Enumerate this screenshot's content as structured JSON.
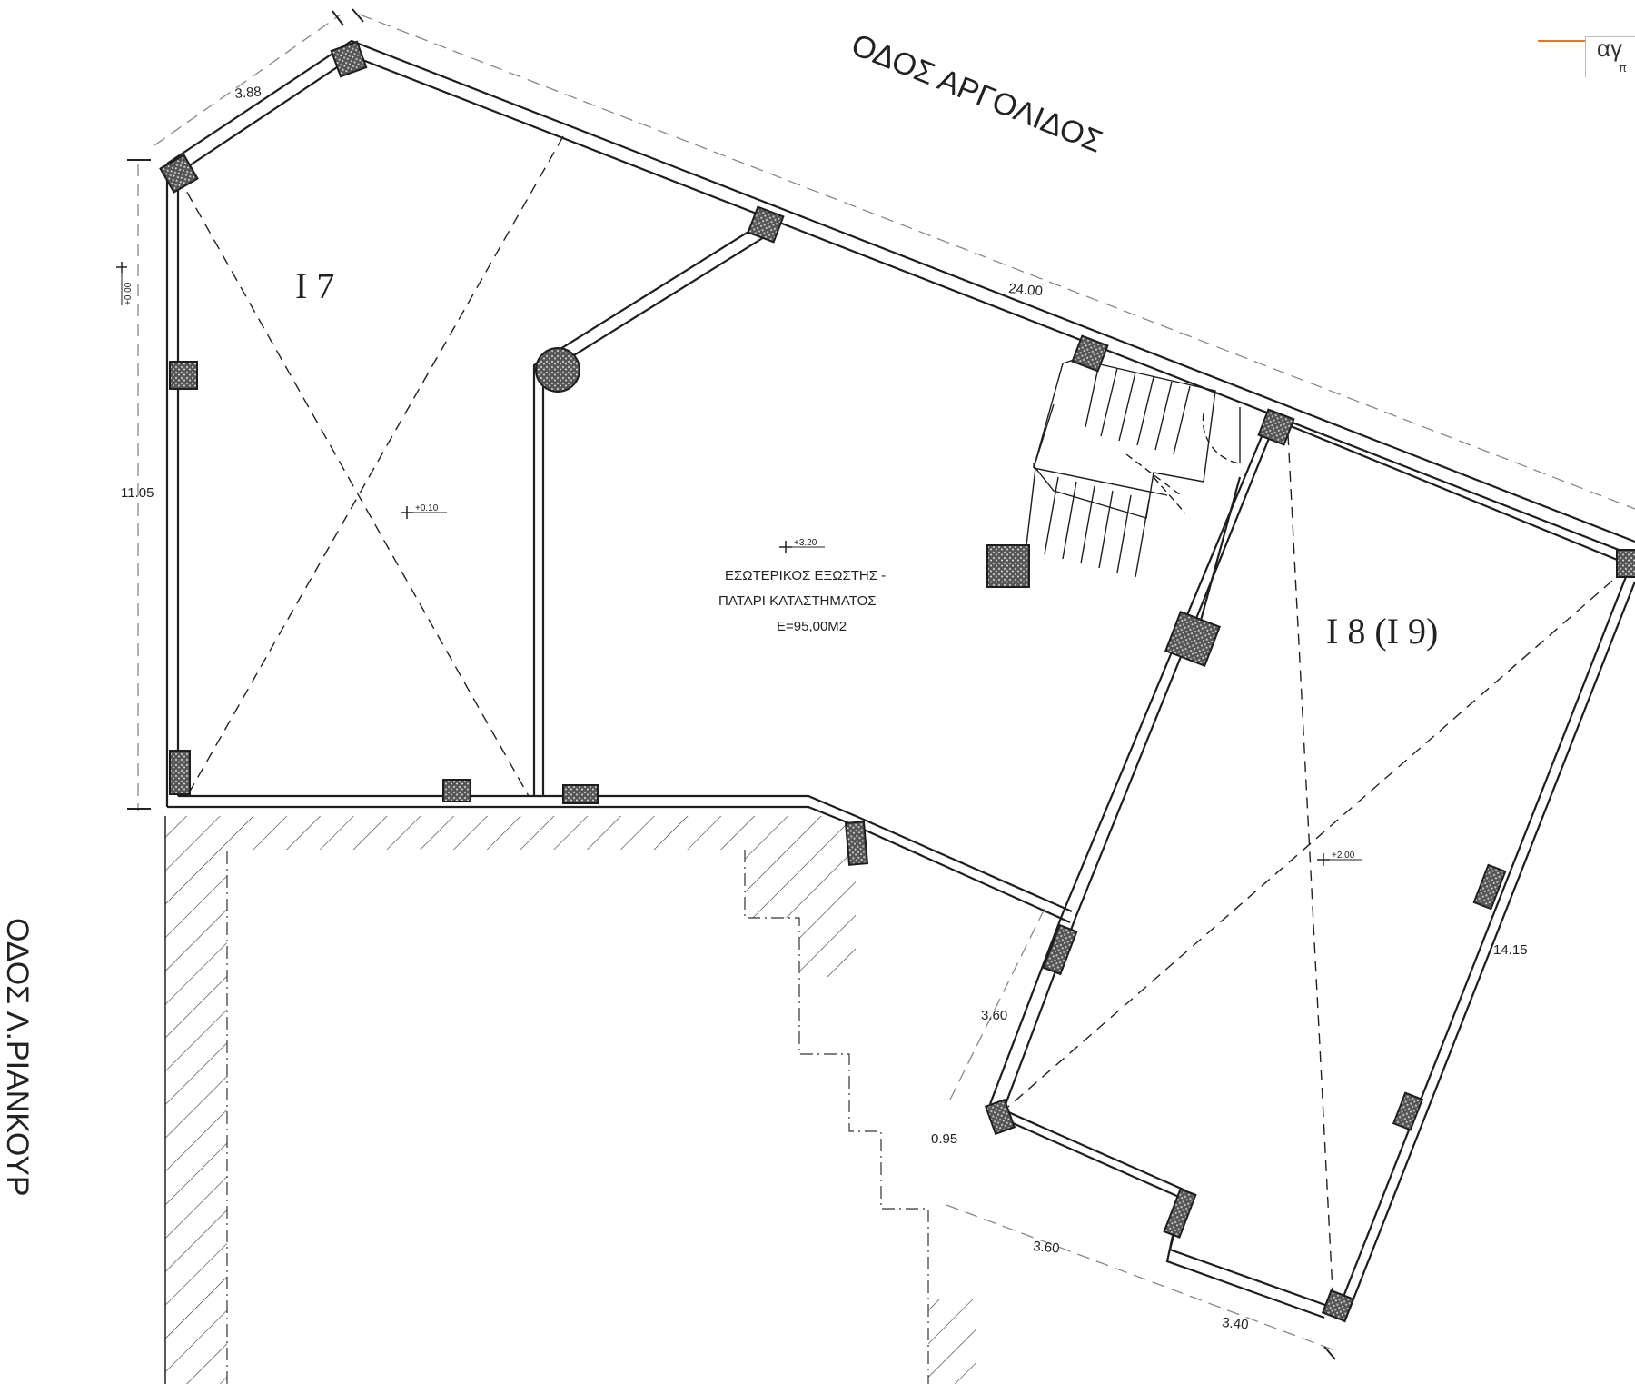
{
  "streets": {
    "argolidos": "ΟΔΟΣ ΑΡΓΟΛΙΔΟΣ",
    "riankour": "ΟΔΟΣ Λ.ΡΙΑΝΚΟΥΡ"
  },
  "rooms": {
    "i7": "Ι 7",
    "i8": "Ι 8 (Ι 9)"
  },
  "mezzanine": {
    "line1": "ΕΣΩΤΕΡΙΚΟΣ ΕΞΩΣΤΗΣ -",
    "line2": "ΠΑΤΑΡΙ ΚΑΤΑΣΤΗΜΑΤΟΣ",
    "line3": "Ε=95,00Μ2"
  },
  "elevations": {
    "mezzanine": "+3.20",
    "i7": "+0.10",
    "i8": "+2.00",
    "left": "+0.00"
  },
  "dimensions": {
    "top_left": "3.88",
    "top": "24.00",
    "left": "11.05",
    "right": "14.15",
    "mid": "3.60",
    "small": "0.95",
    "bottom_mid": "3.60",
    "bottom_right": "3.40"
  },
  "logo": {
    "main": "αγ",
    "sub": "π"
  },
  "colors": {
    "accent": "#e8741e",
    "ink": "#1e1e1e"
  }
}
